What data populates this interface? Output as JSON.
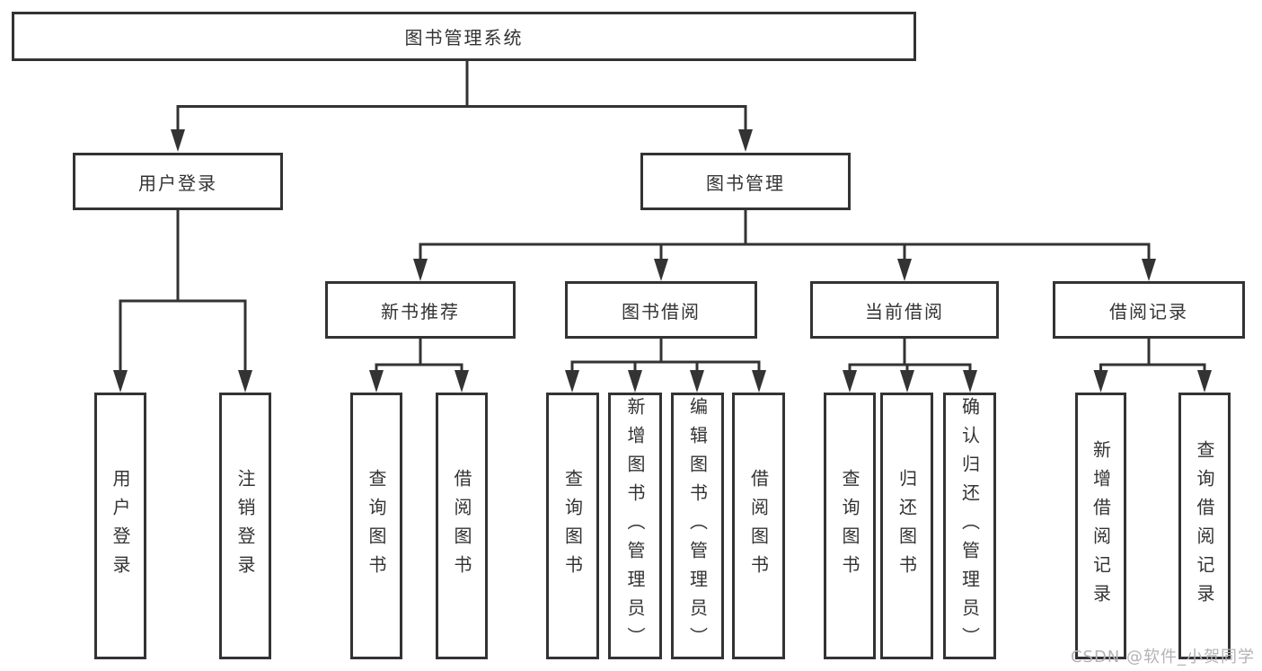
{
  "diagram": {
    "root": {
      "label": "图书管理系统"
    },
    "level2": {
      "user_login": {
        "label": "用户登录"
      },
      "book_mgmt": {
        "label": "图书管理"
      }
    },
    "level3": {
      "new_book_rec": {
        "label": "新书推荐"
      },
      "book_borrow": {
        "label": "图书借阅"
      },
      "current_borrow": {
        "label": "当前借阅"
      },
      "borrow_records": {
        "label": "借阅记录"
      }
    },
    "leaves": {
      "leaf_user_login": {
        "label": "用户登录",
        "parent": "用户登录"
      },
      "leaf_logout": {
        "label": "注销登录",
        "parent": "用户登录"
      },
      "rec_query_books": {
        "label": "查询图书",
        "parent": "新书推荐"
      },
      "rec_borrow_books": {
        "label": "借阅图书",
        "parent": "新书推荐"
      },
      "bb_query_books": {
        "label": "查询图书",
        "parent": "图书借阅"
      },
      "bb_add_books": {
        "label": "新增图书（管理员）",
        "parent": "图书借阅"
      },
      "bb_edit_books": {
        "label": "编辑图书（管理员）",
        "parent": "图书借阅"
      },
      "bb_borrow_books": {
        "label": "借阅图书",
        "parent": "图书借阅"
      },
      "cb_query_books": {
        "label": "查询图书",
        "parent": "当前借阅"
      },
      "cb_return_books": {
        "label": "归还图书",
        "parent": "当前借阅"
      },
      "cb_confirm_return": {
        "label": "确认归还（管理员）",
        "parent": "当前借阅"
      },
      "br_add_record": {
        "label": "新增借阅记录",
        "parent": "借阅记录"
      },
      "br_query_record": {
        "label": "查询借阅记录",
        "parent": "借阅记录"
      }
    },
    "colors": {
      "line": "#333333",
      "text": "#333333",
      "background": "#ffffff",
      "watermark_text": "#b3b3b3"
    }
  },
  "watermark": {
    "text": "CSDN @软件_小贺同学"
  }
}
